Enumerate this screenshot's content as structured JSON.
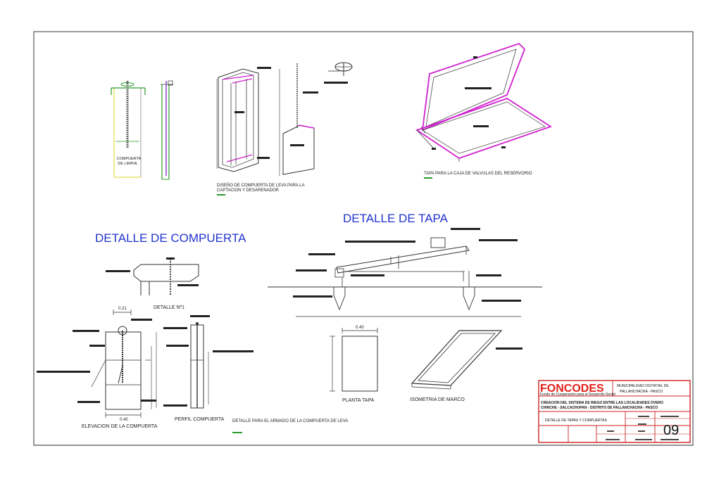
{
  "titles": {
    "compuerta": "DETALLE DE COMPUERTA",
    "tapa": "DETALLE DE TAPA"
  },
  "labels": {
    "compuerta_limpia_1": "COMPUERTA",
    "compuerta_limpia_2": "DE LIMPIA",
    "diseno_1": "DISEÑO DE COMPUERTA DE LEVA PARA LA",
    "diseno_2": "CAPTACION Y DESARENADOR",
    "tapa_caja": "TAPA PARA LA CAJA DE VALVULAS DEL RESERVORIO",
    "detalle_n1": "DETALLE Nº1",
    "dim_021": "0.21",
    "elevacion": "ELEVACION DE LA COMPUERTA",
    "perfil": "PERFIL COMPUERTA",
    "armado": "DETALLE PARA EL ARMADO DE LA COMPUERTA DE LEVA",
    "dim_040_elev": "0.40",
    "dim_040_planta": "0.40",
    "planta_tapa": "PLANTA TAPA",
    "isometria": "ISOMETRIA DE MARCO"
  },
  "title_block": {
    "logo": "FONCODES",
    "logo_sub": "Fondo de Cooperación para el Desarrollo Social",
    "municipalidad_1": "MUNICIPALIDAD DISTRITAL DE",
    "municipalidad_2": "PALLANCHACRA - PASCO",
    "proyecto_1": "CREACION DEL SISTEMA DE RIEGO ENTRE LAS LOCALIDADES OVERO",
    "proyecto_2": "CHINCHE - SALCACHUPAN - DISTRITO DE PALLANCHACRA - PASCO",
    "plano": "DETALLE DE TAPAS Y COMPUERTAS",
    "sheet_number": "09"
  },
  "colors": {
    "magenta": "#d020d0",
    "green": "#2a9a2a",
    "blue_title": "#2233cc",
    "border_red": "#cc2222",
    "logo_red": "#e0201a"
  }
}
